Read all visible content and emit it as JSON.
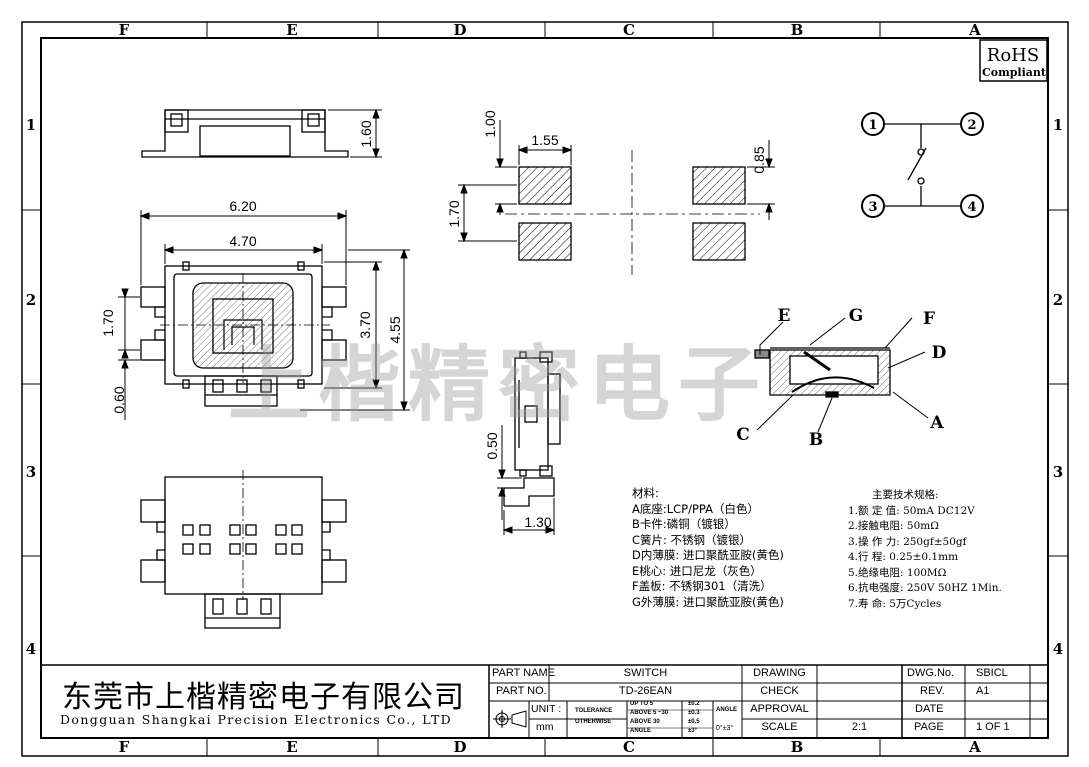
{
  "border": {
    "col_letters": [
      "F",
      "E",
      "D",
      "C",
      "B",
      "A"
    ],
    "row_numbers": [
      "1",
      "2",
      "3",
      "4"
    ]
  },
  "rohs": {
    "line1": "RoHS",
    "line2": "Compliant"
  },
  "dimensions": {
    "side_height": "1.60",
    "width_total": "6.20",
    "width_inner": "4.70",
    "pad_pitch": "1.70",
    "pad_width": "0.60",
    "height_inner": "3.70",
    "height_total": "4.55",
    "side_lead": "0.50",
    "side_depth": "1.30",
    "land_pitch_top": "1.00",
    "land_width": "1.55",
    "land_height": "0.85",
    "land_pitch": "1.70"
  },
  "schematic_pins": [
    "1",
    "2",
    "3",
    "4"
  ],
  "cross_section_labels": [
    "E",
    "G",
    "F",
    "D",
    "A",
    "B",
    "C"
  ],
  "watermark": "上楷精密电子",
  "materials": {
    "title": "材料:",
    "items": [
      "A底座:LCP/PPA（白色）",
      "B卡件:磷铜（镀银）",
      "C簧片: 不锈钢（镀银）",
      "D内薄膜: 进口聚酰亚胺(黄色)",
      "E桃心: 进口尼龙（灰色）",
      "F盖板: 不锈钢301（清洗）",
      "G外薄膜: 进口聚酰亚胺(黄色)"
    ]
  },
  "specs": {
    "title": "主要技术规格:",
    "items": [
      "1.额 定 值: 50mA DC12V",
      "2.接触电阻: 50mΩ",
      "3.操 作 力: 250gf±50gf",
      "4.行    程: 0.25±0.1mm",
      "5.绝缘电阻: 100MΩ",
      "6.抗电强度: 250V 50HZ 1Min.",
      "7.寿    命: 5万Cycles"
    ]
  },
  "company": {
    "name_cn": "东莞市上楷精密电子有限公司",
    "name_en": "Dongguan Shangkai Precision Electronics Co., LTD"
  },
  "title_block": {
    "part_name_label": "PART NAME",
    "part_name": "SWITCH",
    "part_no_label": "PART NO.",
    "part_no": "TD-26EAN",
    "unit_label": "UNIT :",
    "unit": "mm",
    "tolerance_label": "TOLERANCE",
    "otherwise_label": "OTHERWISE",
    "tol_rows": [
      {
        "range": "UP TO 5",
        "value": "±0.2"
      },
      {
        "range": "ABOVE 5 ~30",
        "value": "±0.3"
      },
      {
        "range": "ABOVE 30",
        "value": "±0.5"
      },
      {
        "range": "ANGLE",
        "value": "±3°"
      }
    ],
    "angle_label": "ANGLE",
    "angle_value": "0°±3°",
    "drawing_label": "DRAWING",
    "check_label": "CHECK",
    "approval_label": "APPROVAL",
    "scale_label": "SCALE",
    "scale_value": "2:1",
    "dwg_no_label": "DWG.No.",
    "dwg_no": "SBICL",
    "rev_label": "REV.",
    "rev": "A1",
    "date_label": "DATE",
    "date": "",
    "page_label": "PAGE",
    "page": "1 OF 1"
  }
}
